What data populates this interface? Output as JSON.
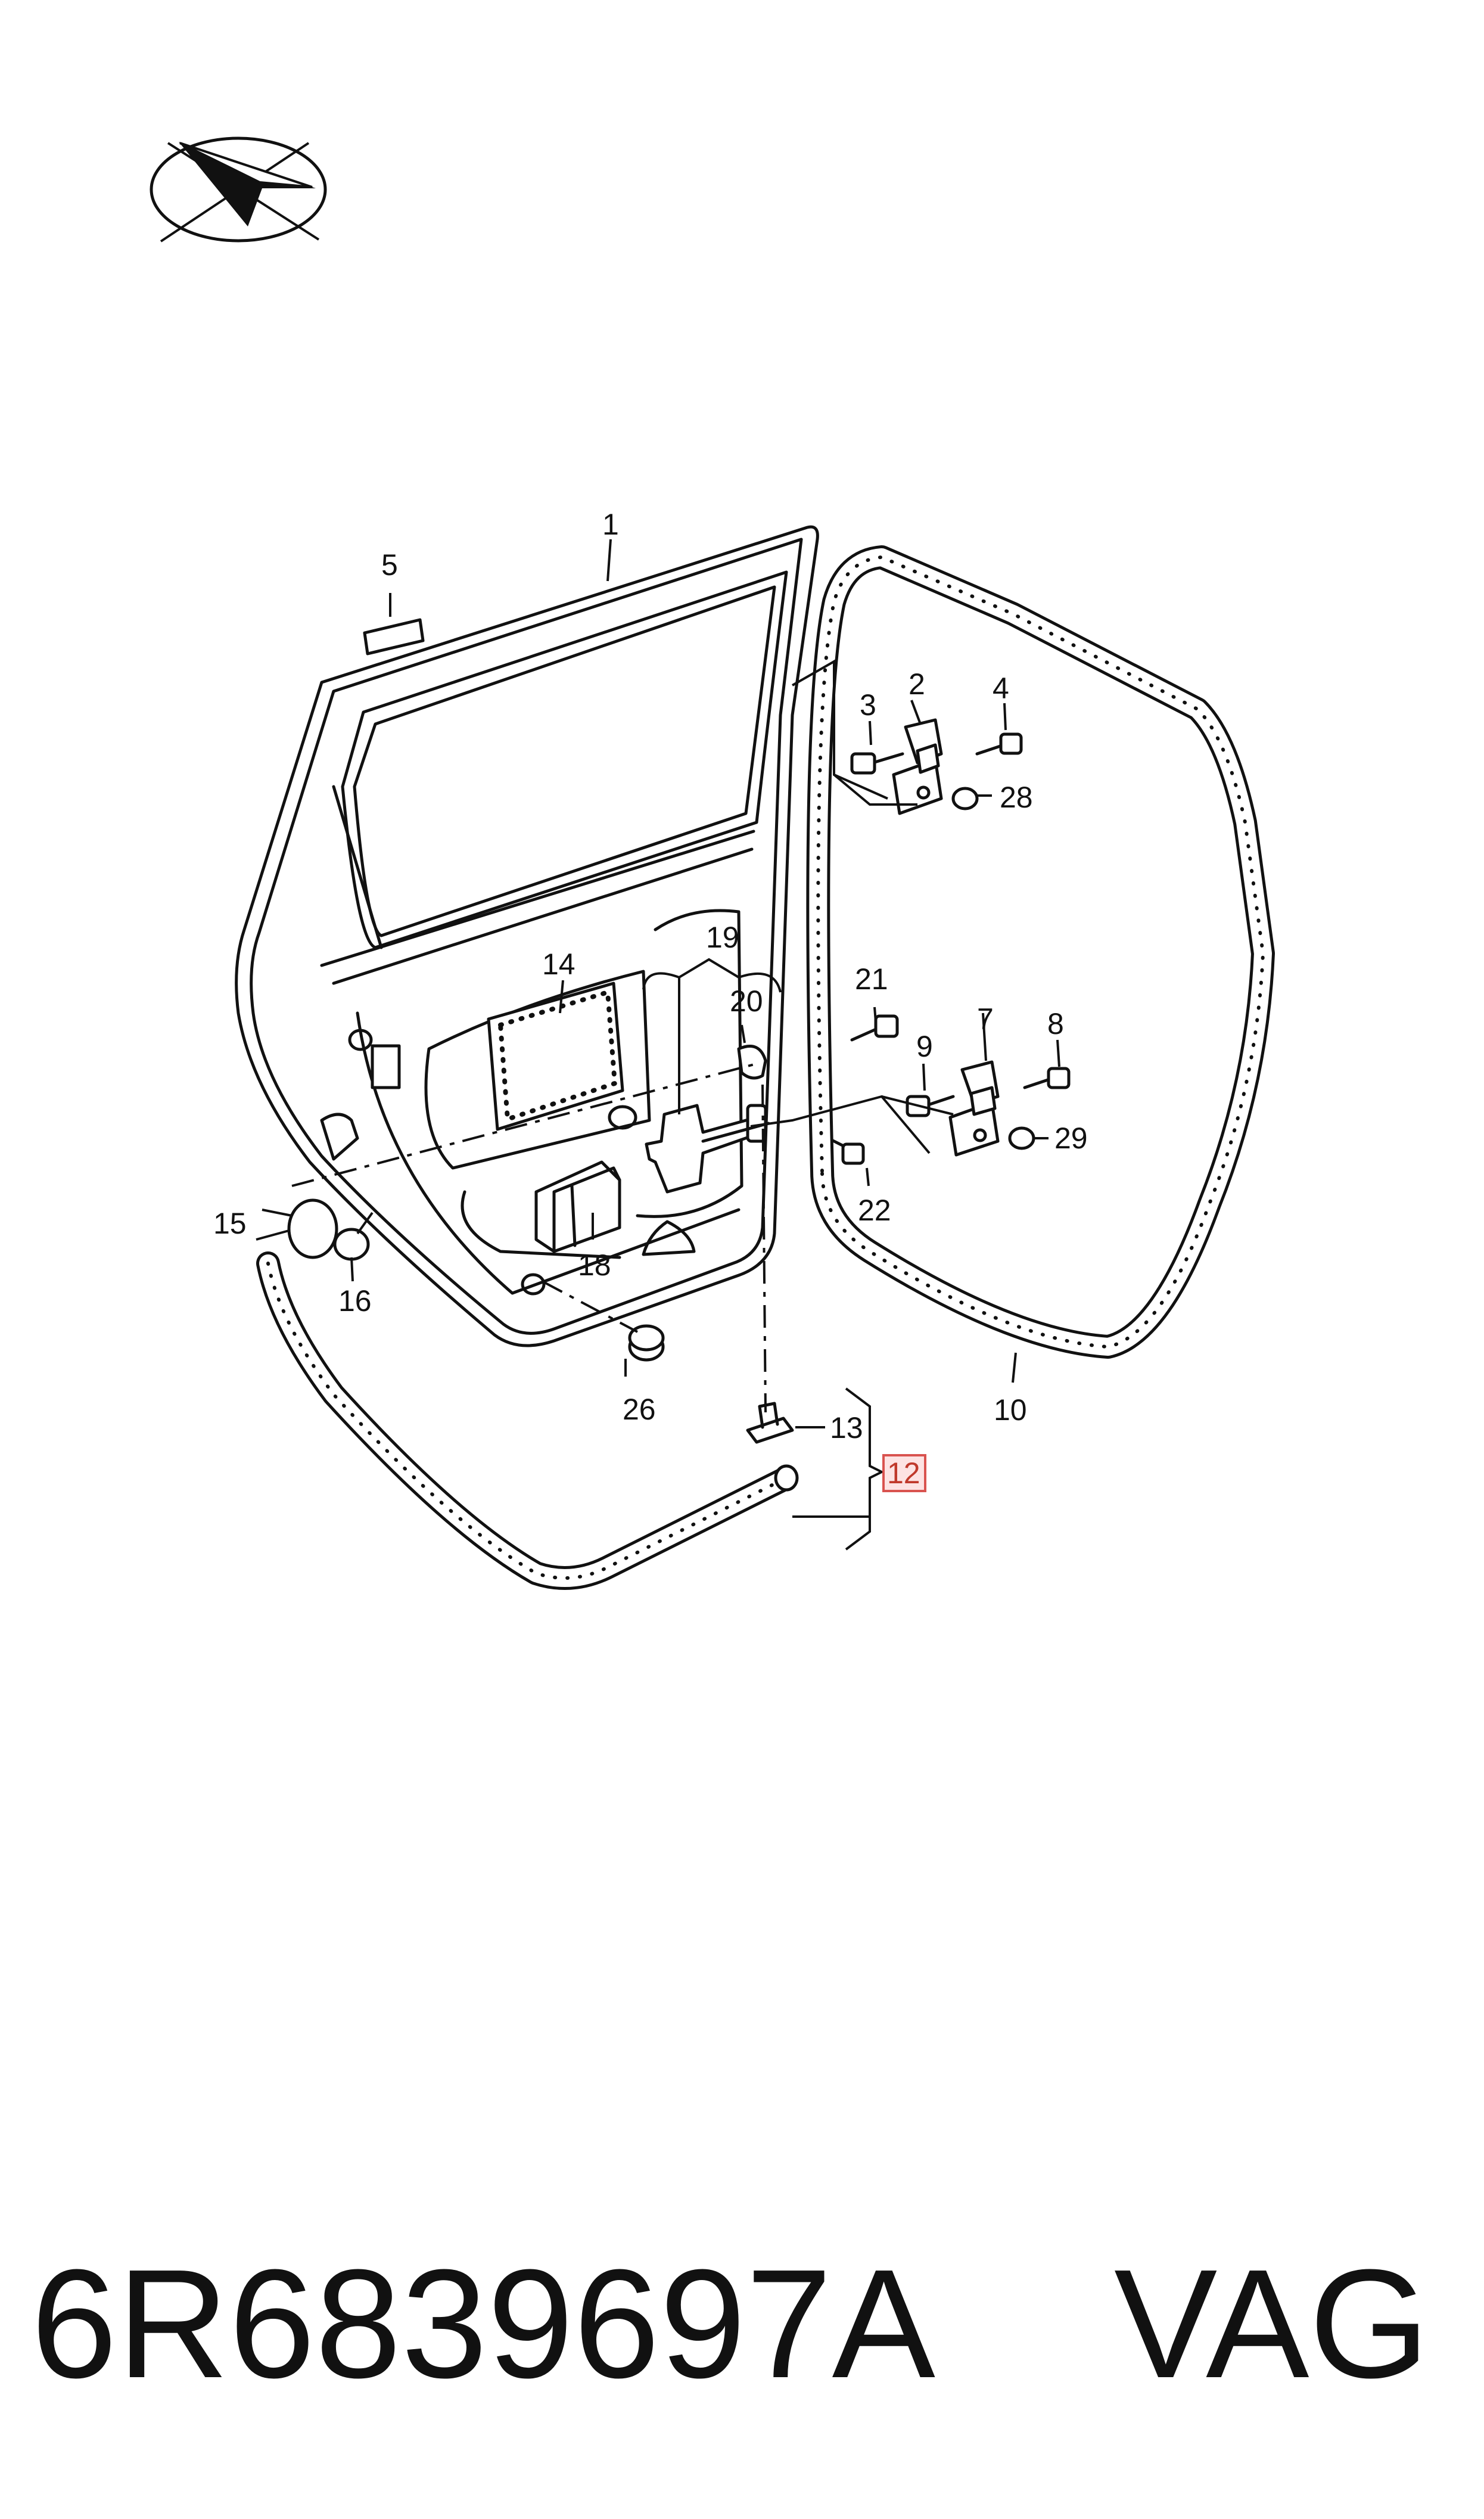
{
  "icon": "paper-plane-logo-icon",
  "callouts": {
    "c1": "1",
    "c2": "2",
    "c3": "3",
    "c4": "4",
    "c5": "5",
    "c7": "7",
    "c8": "8",
    "c9": "9",
    "c10": "10",
    "c12": "12",
    "c13": "13",
    "c14": "14",
    "c15": "15",
    "c16": "16",
    "c18": "18",
    "c19": "19",
    "c20": "20",
    "c21": "21",
    "c22": "22",
    "c26": "26",
    "c28": "28",
    "c29": "29"
  },
  "highlight": {
    "callout": "12",
    "color": "#d9534f"
  },
  "footer": {
    "part_number": "6R6839697A",
    "brand": "VAG"
  }
}
